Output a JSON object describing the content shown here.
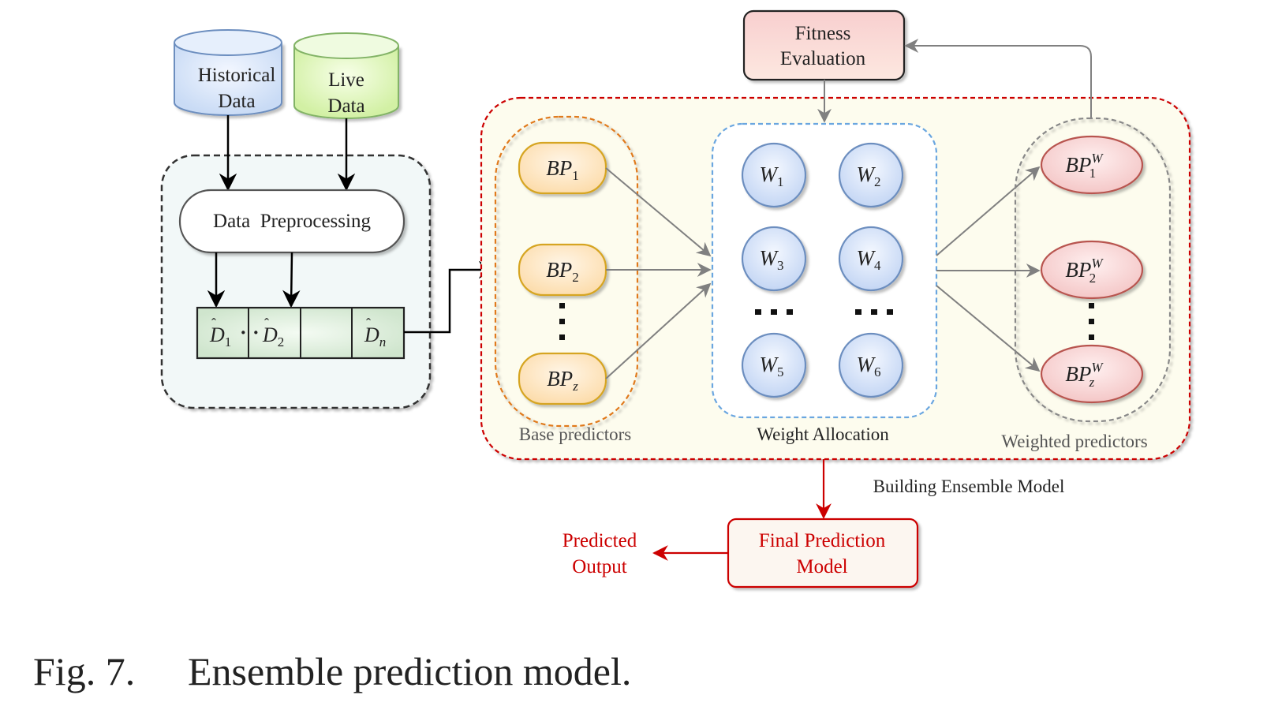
{
  "sources": {
    "historical": [
      "Historical",
      "Data"
    ],
    "live": [
      "Live",
      "Data"
    ]
  },
  "preprocessing": {
    "label": "Data  Preprocessing"
  },
  "datasets": {
    "d1": "1",
    "d2": "2",
    "dn": "n",
    "base": "D"
  },
  "base_predictors": {
    "group_label": "Base predictors",
    "items": [
      {
        "base": "BP",
        "sub": "1"
      },
      {
        "base": "BP",
        "sub": "2"
      },
      {
        "base": "BP",
        "sub": "z"
      }
    ]
  },
  "weights": {
    "group_label": "Weight Allocation",
    "items": [
      {
        "base": "W",
        "sub": "1"
      },
      {
        "base": "W",
        "sub": "2"
      },
      {
        "base": "W",
        "sub": "3"
      },
      {
        "base": "W",
        "sub": "4"
      },
      {
        "base": "W",
        "sub": "5"
      },
      {
        "base": "W",
        "sub": "6"
      }
    ]
  },
  "weighted_predictors": {
    "group_label": "Weighted predictors",
    "items": [
      {
        "base": "BP",
        "sup": "W",
        "sub": "1"
      },
      {
        "base": "BP",
        "sup": "W",
        "sub": "2"
      },
      {
        "base": "BP",
        "sup": "W",
        "sub": "z"
      }
    ]
  },
  "fitness": [
    "Fitness",
    "Evaluation"
  ],
  "ensemble_label": "Building Ensemble Model",
  "final_model": [
    "Final Prediction",
    "Model"
  ],
  "output": [
    "Predicted",
    "Output"
  ],
  "caption": {
    "number": "Fig. 7.",
    "text": "Ensemble prediction model."
  },
  "colors": {
    "db_blue_fill": "#dce8f8",
    "db_blue_stroke": "#6c8ebf",
    "db_green_fill": "#e4f7c4",
    "db_green_stroke": "#82b366",
    "bp_fill": "#fde7c6",
    "bp_stroke": "#d6a520",
    "w_fill": "#dbe6fa",
    "w_stroke": "#6c8ebf",
    "wbp_fill": "#f6d3d3",
    "wbp_stroke": "#b85450",
    "red": "#cc0000",
    "dataset_fill": "#d5e8d4"
  }
}
